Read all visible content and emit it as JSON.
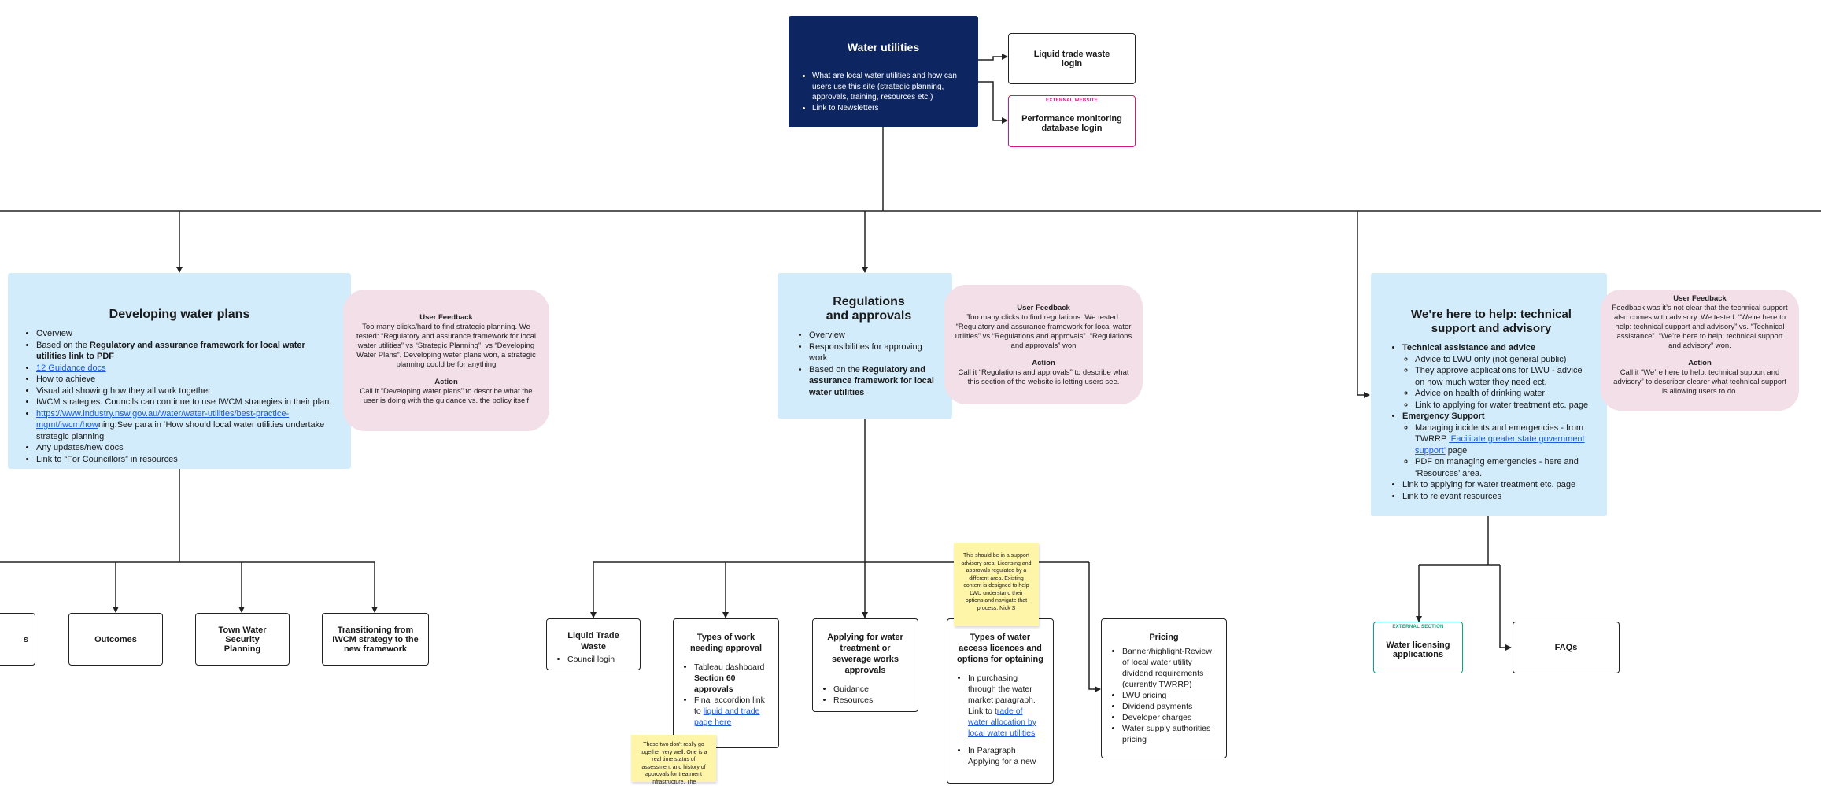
{
  "root": {
    "title": "Water utilities",
    "bullets": [
      "What are local water utilities and how can users use this site (strategic planning, approvals, training,  resources etc.)",
      "Link to Newsletters"
    ]
  },
  "top_right": {
    "liquid_trade_waste_login": "Liquid trade waste login",
    "external_website_label": "EXTERNAL WEBSITE",
    "performance_monitoring": "Performance monitoring database login"
  },
  "water_plans": {
    "title": "Developing water plans",
    "b1": "Overview",
    "b2_pre": "Based on the ",
    "b2_bold": "Regulatory and assurance framework for local water utilities link to PDF",
    "b3_link": "12 Guidance docs",
    "b4": "How to achieve",
    "b5": "Visual aid showing how they all work together",
    "b6": "IWCM strategies. Councils can continue to use IWCM strategies in their plan.",
    "b7_link": "https://www.industry.nsw.gov.au/water/water-utilities/best-practice-mgmt/iwcm/how",
    "b7_post": "ning.See para in ‘How should local water utilities undertake strategic planning’",
    "b8": "Any updates/new docs",
    "b9": "Link to “For Councillors” in resources"
  },
  "water_plans_feedback": {
    "h1": "User Feedback",
    "p1": "Too many clicks/hard to find strategic planning. We tested: “Regulatory and assurance framework for local water utilities” vs “Strategic Planning”, vs “Developing Water Plans”. Developing water plans won, a strategic planning could be for anything",
    "h2": "Action",
    "p2": "Call it “Developing water plans” to describe what the user is doing with the guidance vs. the policy itself"
  },
  "water_plans_children": {
    "partial": "s",
    "outcomes": "Outcomes",
    "town_water": "Town Water Security Planning",
    "transitioning": "Transitioning from IWCM strategy to the new framework"
  },
  "regulations": {
    "title_l1": "Regulations",
    "title_l2": "and approvals",
    "b1": "Overview",
    "b2": "Responsibilities for approving work",
    "b3_pre": "Based on the ",
    "b3_bold": "Regulatory and assurance framework for local water utilities"
  },
  "regulations_feedback": {
    "h1": "User Feedback",
    "p1": "Too many clicks to find regulations. We tested: “Regulatory and assurance framework for local water utilities” vs “Regulations and approvals”. “Regulations and approvals” won",
    "h2": "Action",
    "p2": "Call it “Regulations and approvals” to describe what this section of the website is letting users see."
  },
  "sticky_support": "This should be in a support advisory area. Licensing and approvals regulated by a different area. Existing content is designed to help LWU understand their options and navigate that process. Nick S",
  "sticky_bottom": "These two don't really go together very well. One is a real time status of assessment and history of approvals for treatment infrastructure. The",
  "liquid_trade": {
    "title": "Liquid Trade Waste",
    "b1": "Council login"
  },
  "types_work": {
    "title": "Types of work needing approval",
    "b1_pre": "Tableau dashboard ",
    "b1_bold": "Section 60 approvals",
    "b2_pre": "Final accordion link to ",
    "b2_link": "liquid and trade page here"
  },
  "applying": {
    "title": "Applying for water treatment or sewerage works approvals",
    "b1": "Guidance",
    "b2": "Resources"
  },
  "access": {
    "title": "Types of water access licences and options for optaining",
    "b1_pre": "In purchasing through the water market paragraph. Link to t",
    "b1_link": "rade of water allocation by local water utilities",
    "b2": "In Paragraph Applying for a new"
  },
  "pricing": {
    "title": "Pricing",
    "items": [
      "Banner/highlight-Review of local water utility dividend requirements (currently TWRRP)",
      "LWU pricing",
      "Dividend payments",
      "Developer charges",
      "Water supply authorities pricing"
    ]
  },
  "help": {
    "title": "We’re here to help: technical support and advisory",
    "ta": "Technical assistance and advice",
    "ta_items": [
      "Advice to LWU only (not general public)",
      "They approve applications for LWU - advice on how much water they need ect.",
      "Advice on health of drinking water",
      "Link to applying for water treatment etc. page"
    ],
    "es": "Emergency Support",
    "es1_pre": "Managing incidents and emergencies - from TWRRP ",
    "es1_link": "‘Facilitate greater state government support’",
    "es1_post": " page",
    "es2": "PDF on managing emergencies - here and ‘Resources’ area.",
    "b3": "Link to applying for water treatment etc. page",
    "b4": "Link to relevant resources"
  },
  "help_feedback": {
    "h1": "User Feedback",
    "p1": "Feedback was it’s not clear that the technical support also comes with advisory. We tested: “We’re here to help: technical support and advisory” vs. “Technical assistance”. “We’re here to help: technical support and advisory” won.",
    "h2": "Action",
    "p2": "Call it “We’re here to help: technical support and advisory” to describer clearer what technical support is allowing users to do."
  },
  "help_children": {
    "external_section_label": "EXTERNAL SECTION",
    "licensing": "Water licensing applications",
    "faqs": "FAQs"
  },
  "colors": {
    "navy": "#0d2560",
    "light_blue": "#d3ecfb",
    "feedback_pink": "#f2dfe7",
    "sticky_yellow": "#fff5a8",
    "external_pink": "#d6157a",
    "external_green": "#0aa37f"
  }
}
